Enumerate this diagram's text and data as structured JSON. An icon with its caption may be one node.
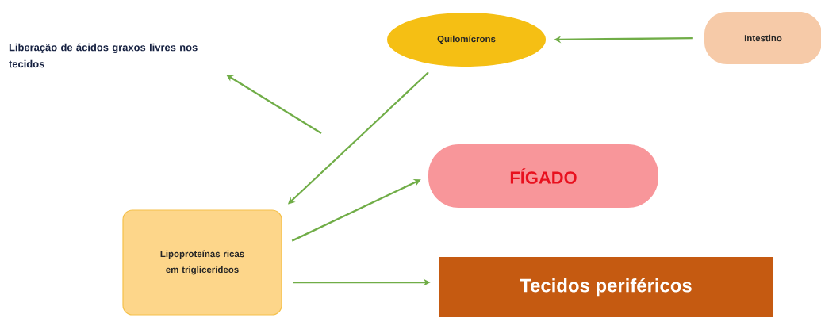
{
  "diagram": {
    "nodes": [
      {
        "text": [
          "Liberação de ácidos graxos livres nos tecidos"
        ]
      },
      {
        "text": [
          "Quilomícrons"
        ]
      },
      {
        "text": [
          "Intestino"
        ]
      },
      {
        "text": [
          "FÍGADO"
        ]
      },
      {
        "text": [
          "Lipoproteínas ricas em triglicerídeos"
        ]
      },
      {
        "text": [
          "Tecidos periféricos"
        ]
      }
    ],
    "edges": [
      {
        "from": 2,
        "to": 1,
        "arrow": "to"
      },
      {
        "from": 1,
        "to": 4,
        "arrow": "to"
      },
      {
        "from": null,
        "to": 0,
        "arrow": "to"
      },
      {
        "from": 4,
        "to": 3,
        "arrow": "to"
      },
      {
        "from": 4,
        "to": 5,
        "arrow": "to"
      }
    ]
  }
}
